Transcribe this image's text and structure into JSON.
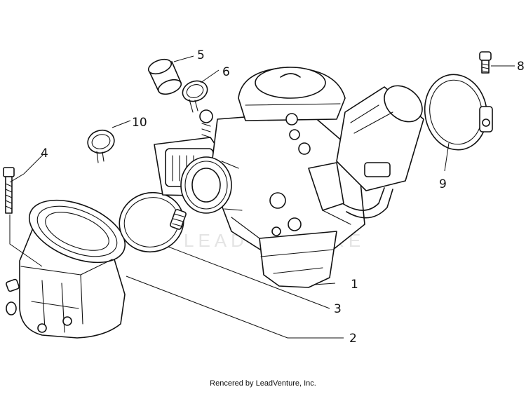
{
  "callouts": [
    {
      "id": "1",
      "label": "1"
    },
    {
      "id": "2",
      "label": "2"
    },
    {
      "id": "3",
      "label": "3"
    },
    {
      "id": "4",
      "label": "4"
    },
    {
      "id": "5",
      "label": "5"
    },
    {
      "id": "6",
      "label": "6"
    },
    {
      "id": "8",
      "label": "8"
    },
    {
      "id": "9",
      "label": "9"
    },
    {
      "id": "10",
      "label": "10"
    }
  ],
  "watermark": "LEADVENTURE",
  "footer": "Rencered by LeadVenture, Inc."
}
